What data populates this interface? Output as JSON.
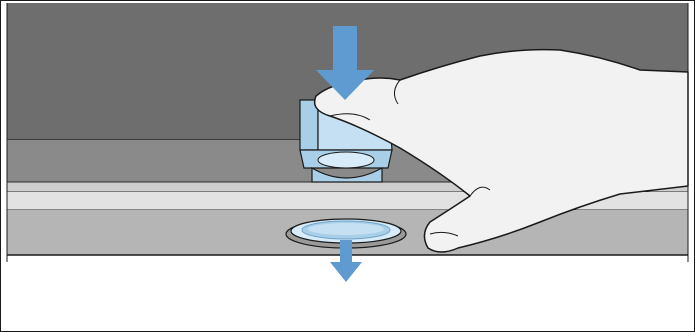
{
  "figure": {
    "kind": "instruction-illustration",
    "elements": [
      "appliance-interior-panel",
      "plastic-clip-insert",
      "round-drain-cap",
      "press-down-arrow",
      "release-down-arrow",
      "hand-pressing"
    ]
  },
  "colors": {
    "panel_dark": "#6e6e6e",
    "panel_mid": "#8a8a8a",
    "rail_light": "#d6d6d6",
    "rail_mid": "#b5b5b5",
    "part_blue": "#a9cfe8",
    "part_blue_dark": "#6fa3c9",
    "arrow_blue": "#5f9bd0",
    "hand_fill": "#f2f2f2",
    "outline": "#1a1a1a"
  },
  "icons": {
    "press_arrow": "arrow-down-icon",
    "release_arrow": "arrow-down-icon"
  }
}
